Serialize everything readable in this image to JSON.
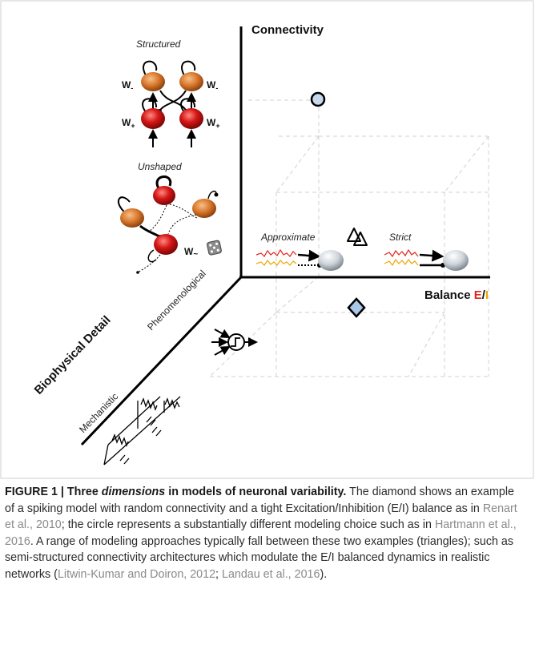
{
  "figure": {
    "axes": {
      "connectivity": "Connectivity",
      "balance_prefix": "Balance ",
      "balance_e": "E",
      "balance_slash": "/",
      "balance_i": "I",
      "biophysical_detail": "Biophysical Detail",
      "phenomenological": "Phenomenological",
      "mechanistic": "Mechanistic"
    },
    "labels": {
      "structured": "Structured",
      "unshaped": "Unshaped",
      "approximate": "Approximate",
      "strict": "Strict",
      "w_minus": "W",
      "w_minus_sub": "-",
      "w_plus": "W",
      "w_plus_sub": "+",
      "w_tilde": "W",
      "w_tilde_sub": "~"
    },
    "colors": {
      "excitation": "#e0251b",
      "inhibition": "#f0a500",
      "orange_neuron": "#d9772b",
      "red_neuron": "#d61717",
      "circle_fill": "#c6d8ec",
      "diamond_fill": "#a9c7e6"
    },
    "icons": [
      "dice-icon",
      "integrate-and-fire-icon",
      "rc-circuit-icon",
      "circle-marker",
      "diamond-marker",
      "triangle-markers"
    ]
  },
  "caption": {
    "figure_label": "FIGURE 1 | Three ",
    "title_italic": "dimensions",
    "title_rest": " in models of neuronal variability.",
    "text_1": " The diamond shows an example of a spiking model with random connectivity and a tight Excitation/Inhibition (E/I) balance as in ",
    "ref_1": "Renart et al., 2010",
    "text_2": "; the circle represents a substantially different modeling choice such as in ",
    "ref_2": "Hartmann et al., 2016",
    "text_3": ". A range of modeling approaches typically fall between these two examples (triangles); such as semi-structured connectivity architectures which modulate the E/I balanced dynamics in realistic networks (",
    "ref_3": "Litwin-Kumar and Doiron, 2012",
    "text_4": "; ",
    "ref_4": "Landau et al., 2016",
    "text_5": ")."
  }
}
